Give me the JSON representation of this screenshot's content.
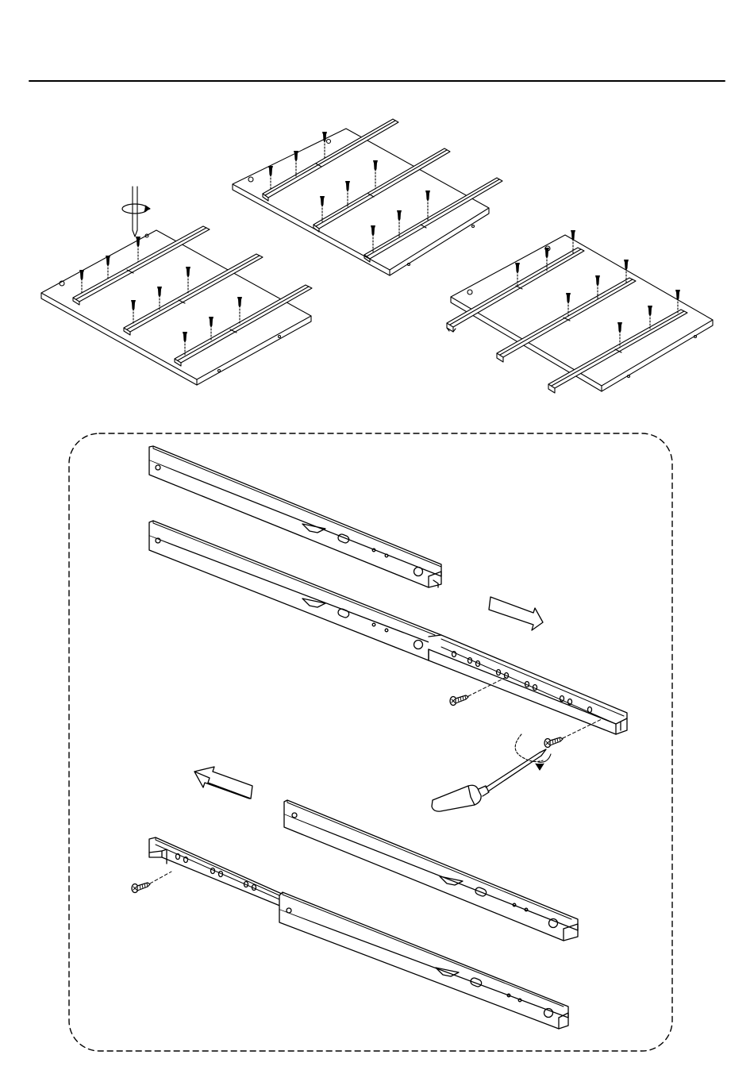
{
  "page": {
    "background_color": "#ffffff",
    "line_color": "#000000",
    "header_rule": true
  },
  "overview": {
    "panels": [
      {
        "id": "left",
        "rails": 3,
        "screws_per_rail": 3,
        "has_screwdriver_turn_icon": true
      },
      {
        "id": "center",
        "rails": 3,
        "screws_per_rail": 3,
        "has_screwdriver_turn_icon": false
      },
      {
        "id": "right",
        "rails": 3,
        "screws_per_rail": 3,
        "has_screwdriver_turn_icon": false
      }
    ]
  },
  "detail": {
    "border_style": "dashed",
    "steps": [
      {
        "id": "upper-slide",
        "direction": "right",
        "screws": 2,
        "screwdriver": true
      },
      {
        "id": "lower-slide",
        "direction": "left",
        "screws": 1,
        "screwdriver": false
      }
    ],
    "icons": [
      "slide-rail-icon",
      "screw-icon",
      "screwdriver-icon",
      "rotation-arrow-icon",
      "direction-arrow-icon"
    ]
  }
}
